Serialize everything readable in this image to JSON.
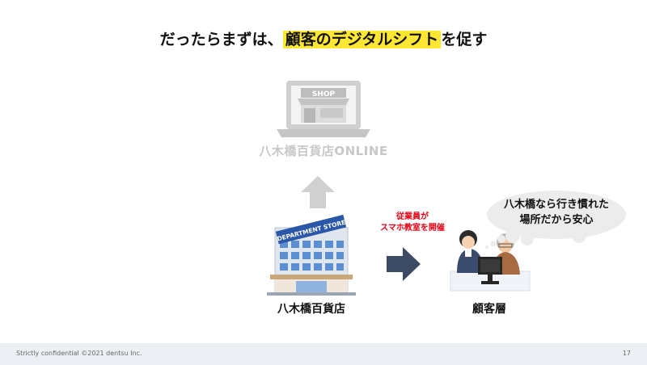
{
  "title": {
    "prefix": "だったらまずは、",
    "highlight": "顧客のデジタルシフト",
    "suffix": "を促す"
  },
  "online_store": {
    "sign": "SHOP",
    "label": "八木橋百貨店ONLINE"
  },
  "department_store": {
    "sign": "DEPARTMENT STORE",
    "label": "八木橋百貨店"
  },
  "staff_note": {
    "line1": "従業員が",
    "line2": "スマホ教室を開催"
  },
  "customers": {
    "label": "顧客層",
    "bubble_line1": "八木橋なら行き慣れた",
    "bubble_line2": "場所だから安心"
  },
  "footer": {
    "confidential": "Strictly confidential ©2021 dentsu Inc.",
    "page": "17"
  },
  "colors": {
    "highlight": "#ffe733",
    "staff_note": "#e60012",
    "arrow": "#3d4a63",
    "faded": "#c8c8c8"
  }
}
